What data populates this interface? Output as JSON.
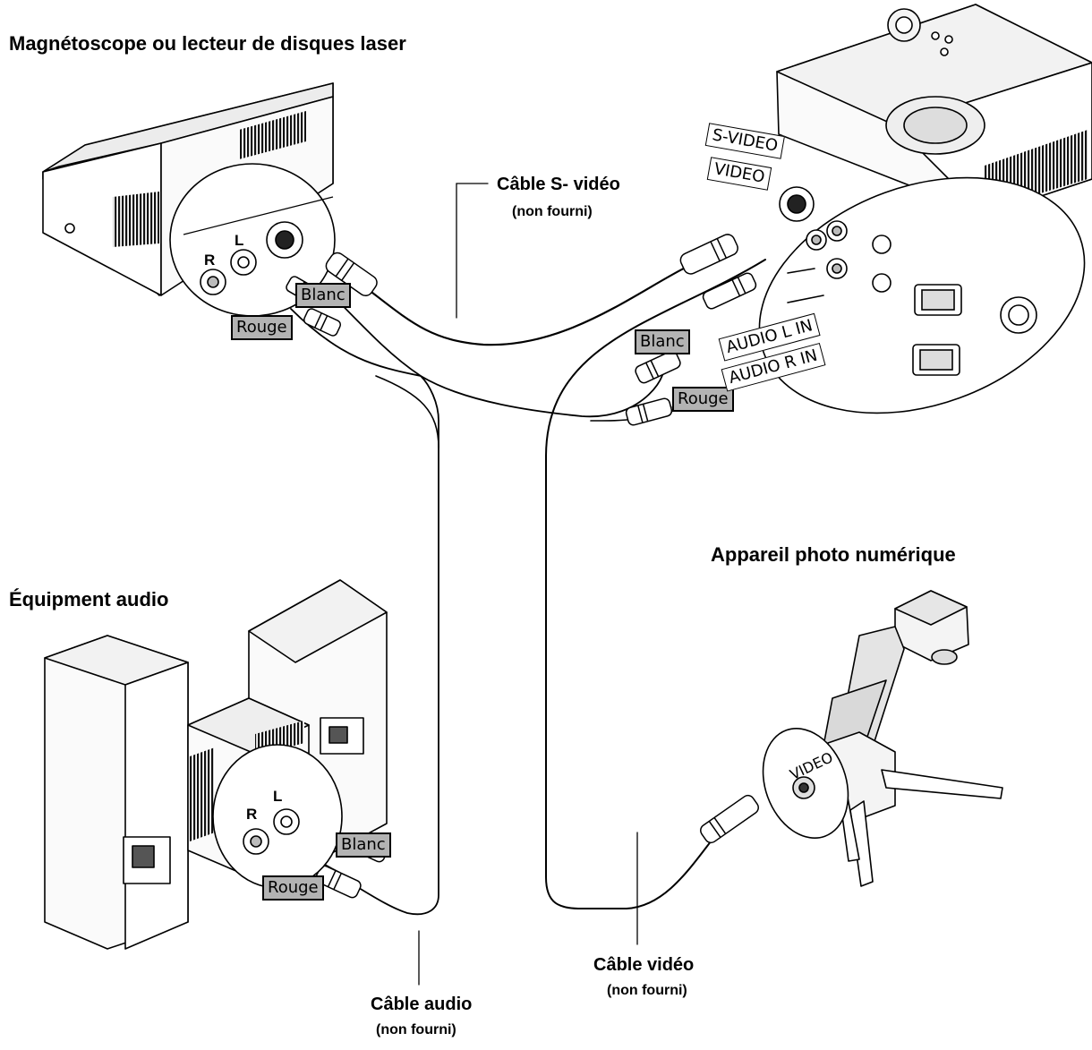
{
  "titles": {
    "vcr": "Magnétoscope  ou lecteur de disques laser",
    "audio": "Équipment audio",
    "camera": "Appareil photo numérique"
  },
  "cables": {
    "svideo": {
      "name": "Câble S- vidéo",
      "note": "(non fourni)"
    },
    "video": {
      "name": "Câble vidéo",
      "note": "(non fourni)"
    },
    "audio": {
      "name": "Câble audio",
      "note": "(non fourni)"
    }
  },
  "plug_tags": {
    "white": "Blanc",
    "red": "Rouge"
  },
  "projector_port_labels": {
    "svideo": "S-VIDEO",
    "video": "VIDEO",
    "audio_l": "AUDIO L IN",
    "audio_r": "AUDIO R IN"
  },
  "jack_letters": {
    "right": "R",
    "left": "L"
  },
  "camera_port_label": "VIDEO"
}
